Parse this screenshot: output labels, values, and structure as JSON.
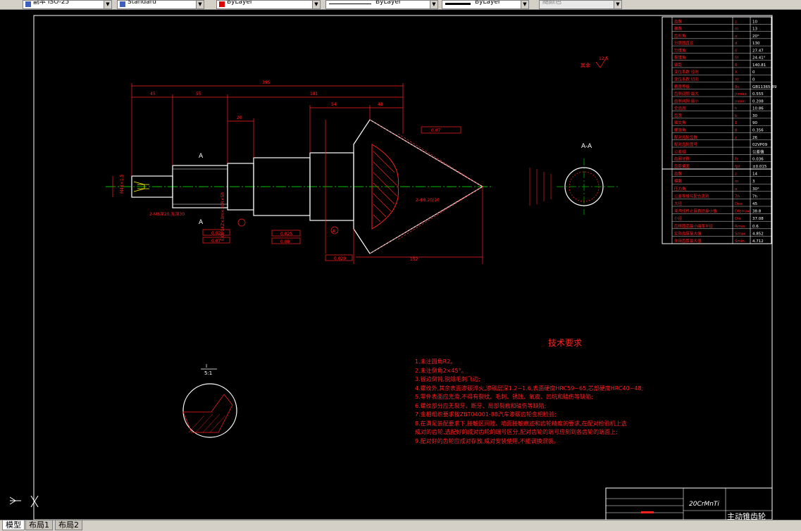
{
  "toolbar": {
    "dimstyle": "副本 ISO-25",
    "textstyle": "Standard",
    "layer_color": "ByLayer",
    "linetype": "ByLayer",
    "lineweight": "ByLayer",
    "plotstyle": "随颜色"
  },
  "tabs": [
    "模型",
    "布局1",
    "布局2"
  ],
  "drawing": {
    "roughness_note": "其余",
    "roughness_value": "12.5",
    "section_label": "A-A",
    "detail_scale_top": "I",
    "detail_scale_bottom": "5:1",
    "datum_a": "A",
    "cut_a_top": "A",
    "cut_a_bottom": "A",
    "dims": {
      "total": "395",
      "d45": "45",
      "d55": "55",
      "d181": "181",
      "d54": "54",
      "d48": "48",
      "d20": "20",
      "d152": "152",
      "thread": "M48×1.5",
      "spline": "EXT 14Z×3m×30R×5h",
      "keyway": "2-M8深20,孔深30",
      "tol1": "0.020",
      "tol2": "0.07",
      "tol3": "0.025",
      "tol4": "0.08",
      "tol5": "0.020",
      "tol6": "0.07",
      "cone": "2-Φ8.20/10"
    }
  },
  "tech_req": {
    "title": "技术要求",
    "lines": [
      "1.未注圆角R2。",
      "2.未注倒角2×45°。",
      "3.锐边倒钝,锐除毛刺飞边;",
      "4.螺纹外,其余表面渗碳淬火,渗碳层深1.2~1.6,表面硬度HRC59~65,芯部硬度HRC40~48;",
      "5.零件表面应光滑,不得有裂纹、毛刺、锈蚀、氧皮、凹坑和磕伤等缺陷;",
      "6.螺纹部分应无裂牙、断牙、局部裂痕和磕伤等缺陷;",
      "7.金相组织要求按ZBT04001-88汽车渗碳齿轮金相检验;",
      "8.在满足装配要求下,接触区间隙、啮面接触痕迹和齿轮精度的要求,在配对检验机上选",
      "   成对的齿轮,选配好的成对齿轮的端号区分,配对齿轮的端号应刻到各齿轮的端面上;",
      "9.配对好的齿轮应成对存放,成对安装使用,不能调换混装。"
    ]
  },
  "param_table": [
    [
      "齿数",
      "z",
      "10"
    ],
    [
      "模数",
      "m",
      "13"
    ],
    [
      "齿形角",
      "α",
      "20°"
    ],
    [
      "分度圆直径",
      "d",
      "130"
    ],
    [
      "分锥角",
      "δ",
      "27.47"
    ],
    [
      "根锥角",
      "δf",
      "24.41°"
    ],
    [
      "锥距",
      "R",
      "140.81"
    ],
    [
      "变位系数 径向",
      "X",
      "0"
    ],
    [
      "变位系数 切向",
      "Xt",
      "0"
    ],
    [
      "精度等级",
      "8c",
      "GB11365-89"
    ],
    [
      "齿侧间隙 最大",
      "jnmax",
      "0.555"
    ],
    [
      "齿侧间隙 最小",
      "jnmin",
      "0.208"
    ],
    [
      "全齿高",
      "h",
      "10.86"
    ],
    [
      "齿宽",
      "b",
      "30"
    ],
    [
      "轴交角",
      "Σ",
      "90"
    ],
    [
      "螺旋角",
      "β",
      "0.356"
    ],
    [
      "配对齿轮齿数",
      "z",
      "26"
    ],
    [
      "配对齿轮图号",
      "",
      "02VP09"
    ],
    [
      "公差组",
      "",
      "公差值"
    ],
    [
      "齿圈径跳",
      "Fr",
      "0.036"
    ],
    [
      "齿距偏差",
      "fpt",
      "±0.015"
    ]
  ],
  "spline_table": [
    [
      "齿数",
      "z",
      "14"
    ],
    [
      "模数",
      "m",
      "3"
    ],
    [
      "压力角",
      "α",
      "30°"
    ],
    [
      "公差等级与配合类别",
      "7h",
      "7h"
    ],
    [
      "大径",
      "Dee",
      "45"
    ],
    [
      "渐开线终止圆直径最小值",
      "Dfemax",
      "38.8"
    ],
    [
      "小径",
      "Die",
      "37.08"
    ],
    [
      "齿根圆弧最小曲率半径",
      "Rmin",
      "0.6"
    ],
    [
      "实际齿厚最大值",
      "Smax",
      "4.852"
    ],
    [
      "作用齿厚最大值",
      "Smin",
      "4.712"
    ]
  ],
  "title_block": {
    "material": "20CrMnTi",
    "part_name": "主动锥齿轮"
  }
}
